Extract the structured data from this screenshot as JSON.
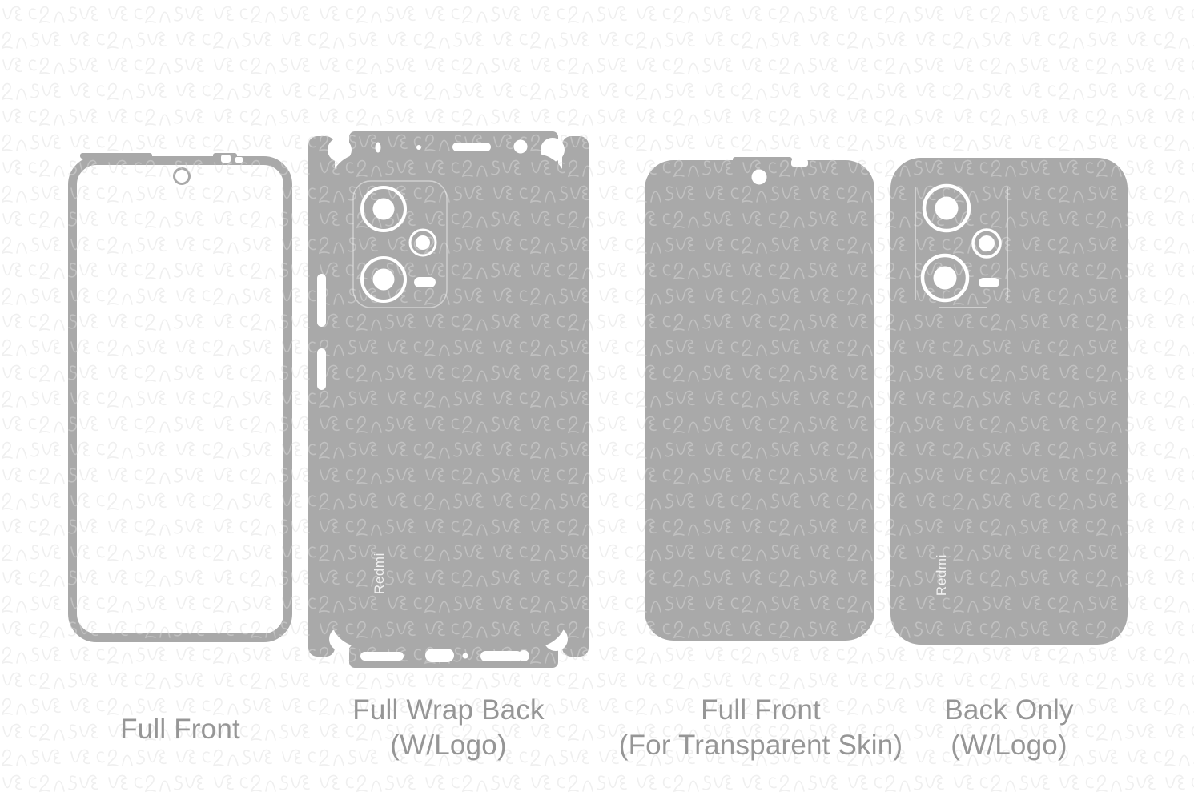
{
  "page": {
    "description": "Vinyl skin cut template preview sheet for a Redmi phone",
    "background_color": "#ffffff",
    "watermark_color": "#e9e9e9",
    "template_fill_color": "#a9a9a9",
    "cutout_color": "#ffffff",
    "label_text_color": "#969696",
    "logo_text_color": "#f0f0f0"
  },
  "brand": {
    "logo_text": "Redmi"
  },
  "templates": [
    {
      "name": "full-front",
      "label_lines": [
        "Full Front",
        ""
      ]
    },
    {
      "name": "full-wrap-back",
      "label_lines": [
        "Full Wrap Back",
        "(W/Logo)"
      ]
    },
    {
      "name": "full-front-transparent",
      "label_lines": [
        "Full Front",
        "(For Transparent Skin)"
      ]
    },
    {
      "name": "back-only",
      "label_lines": [
        "Back Only",
        "(W/Logo)"
      ]
    }
  ]
}
